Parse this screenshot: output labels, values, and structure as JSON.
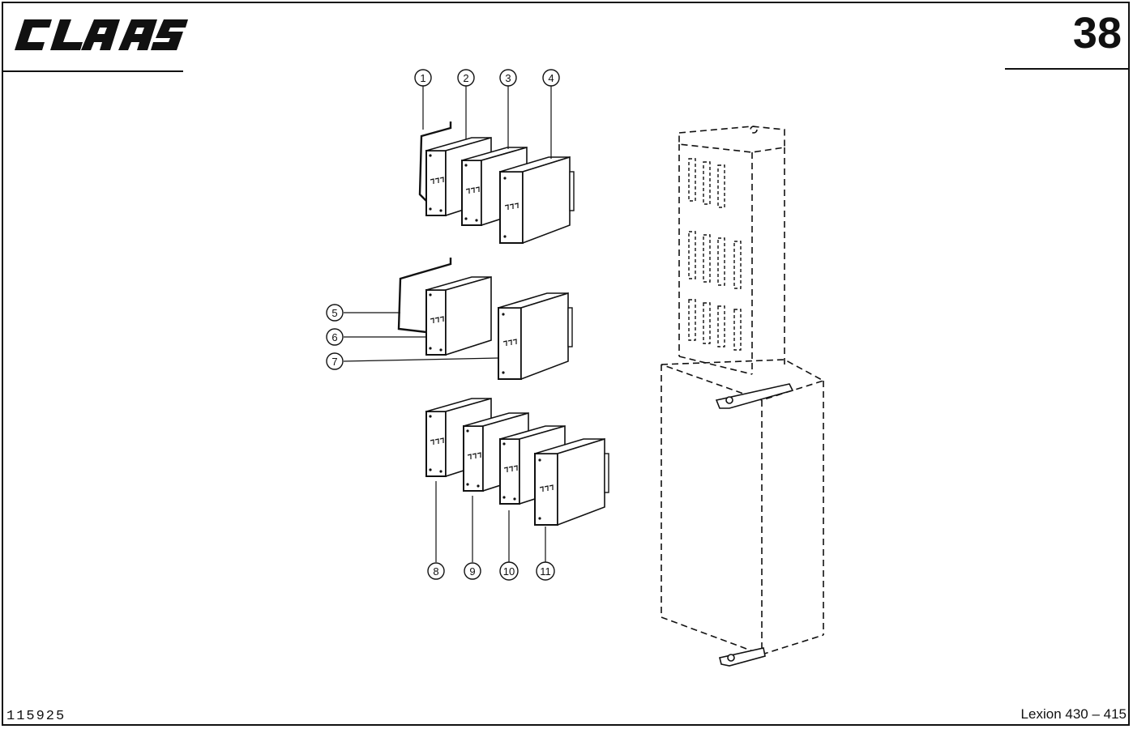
{
  "header": {
    "brand": "CLAAS",
    "page_number": "38"
  },
  "footer": {
    "document_id": "115925",
    "model": "Lexion 430 – 415"
  },
  "callouts": [
    "1",
    "2",
    "3",
    "4",
    "5",
    "6",
    "7",
    "8",
    "9",
    "10",
    "11"
  ]
}
